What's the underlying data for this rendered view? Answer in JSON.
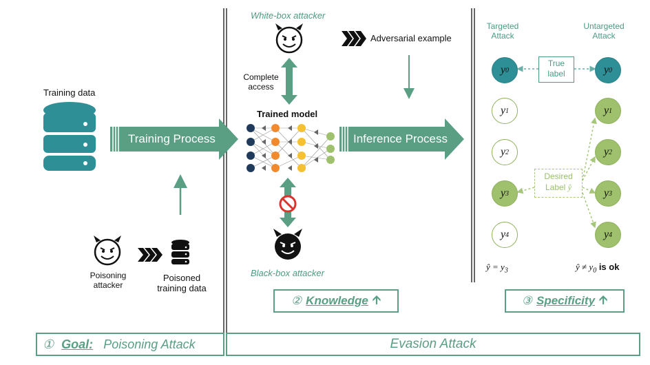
{
  "training": {
    "data_label": "Training data",
    "process_label": "Training Process",
    "poisoning_attacker": "Poisoning attacker",
    "poisoned_data": "Poisoned training data"
  },
  "knowledge": {
    "white_box": "White-box attacker",
    "black_box": "Black-box attacker",
    "complete_access": "Complete access",
    "trained_model": "Trained model",
    "adversarial_example": "Adversarial example",
    "inference_process": "Inference Process",
    "badge_num": "②",
    "badge_text": "Knowledge"
  },
  "specificity": {
    "targeted": "Targeted Attack",
    "untargeted": "Untargeted Attack",
    "true_label": "True label",
    "desired_label": "Desired Label",
    "desired_symbol": "ŷ",
    "targeted_eq": "ŷ = y3",
    "untargeted_eq": "ŷ ≠ y0 is ok",
    "badge_num": "③",
    "badge_text": "Specificity",
    "nodes": {
      "y0": "y0",
      "y1": "y1",
      "y2": "y2",
      "y3": "y3",
      "y4": "y4"
    }
  },
  "footer": {
    "goal_num": "①",
    "goal_label": "Goal:",
    "poisoning_attack": "Poisoning Attack",
    "evasion_attack": "Evasion Attack"
  },
  "colors": {
    "accent_green": "#5a9e84",
    "database_teal": "#2f8f96",
    "node_green": "#9fc06d"
  },
  "icons": [
    "database-icon",
    "devil-face-icon",
    "chevrons-icon",
    "neural-network-icon",
    "no-entry-icon",
    "arrow-up-icon"
  ]
}
